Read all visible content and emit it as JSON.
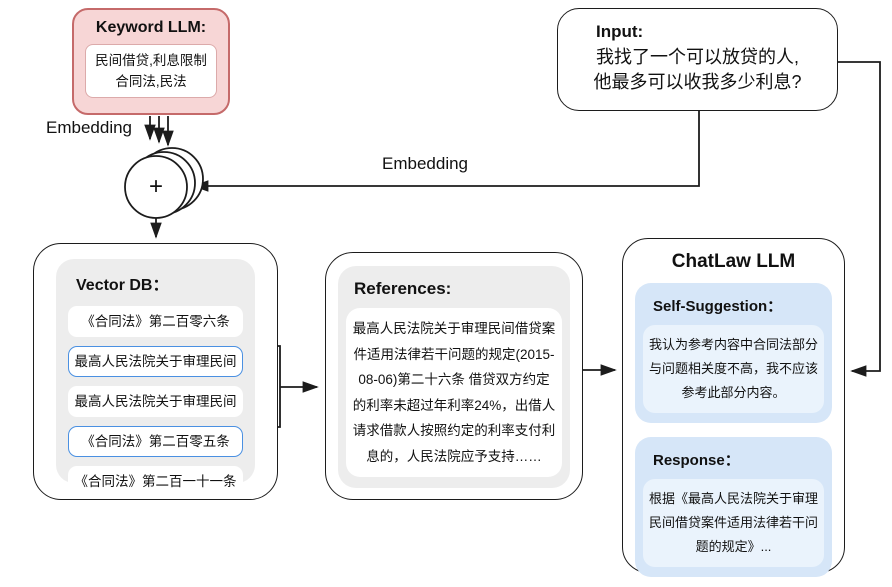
{
  "colors": {
    "keyword_fill": "#f7d6d6",
    "keyword_border": "#c56a6a",
    "highlight_blue": "#4a90e2",
    "panel_gray": "#ededed",
    "section_blue": "#d6e6f8",
    "section_blue_light": "#eaf3fc"
  },
  "keyword_llm": {
    "title": "Keyword LLM:",
    "line1": "民间借贷,利息限制",
    "line2": "合同法,民法"
  },
  "input_box": {
    "title": "Input:",
    "line1": "我找了一个可以放贷的人,",
    "line2": "他最多可以收我多少利息?"
  },
  "labels": {
    "embedding_left": "Embedding",
    "embedding_mid": "Embedding",
    "plus": "+"
  },
  "vector_db": {
    "title": "Vector DB：",
    "items": [
      {
        "text": "《合同法》第二百零六条",
        "highlighted": false
      },
      {
        "text": "最高人民法院关于审理民间",
        "highlighted": true
      },
      {
        "text": "最高人民法院关于审理民间",
        "highlighted": false
      },
      {
        "text": "《合同法》第二百零五条",
        "highlighted": true
      },
      {
        "text": "《合同法》第二百一十一条",
        "highlighted": false
      }
    ]
  },
  "references": {
    "title": "References:",
    "body": "最高人民法院关于审理民间借贷案件适用法律若干问题的规定(2015-08-06)第二十六条 借贷双方约定的利率未超过年利率24%，出借人请求借款人按照约定的利率支付利息的，人民法院应予支持……"
  },
  "chatlaw": {
    "title": "ChatLaw LLM",
    "self_suggestion": {
      "title": "Self-Suggestion：",
      "body": "我认为参考内容中合同法部分与问题相关度不高，我不应该参考此部分内容。"
    },
    "response": {
      "title": "Response：",
      "body": "根据《最高人民法院关于审理民间借贷案件适用法律若干问题的规定》..."
    }
  }
}
